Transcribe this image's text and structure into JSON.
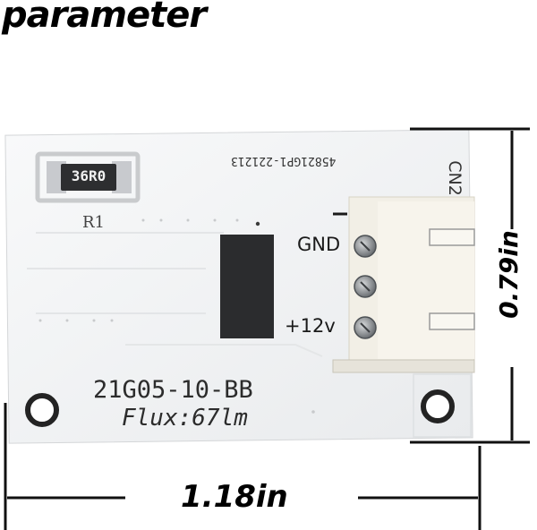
{
  "title": "parameter",
  "board": {
    "resistor_code": "36R0",
    "resistor_ref": "R1",
    "serial": "45821GP1-221213",
    "connector_ref": "CN2",
    "pin_gnd": "GND",
    "pin_12v": "+12v",
    "model": "21G05-10-BB",
    "flux": "Flux:67lm"
  },
  "dimensions": {
    "width": "1.18in",
    "height": "0.79in"
  },
  "colors": {
    "board": "#f4f5f6",
    "chip": "#2b2c2e",
    "connector": "#f2efe6"
  }
}
